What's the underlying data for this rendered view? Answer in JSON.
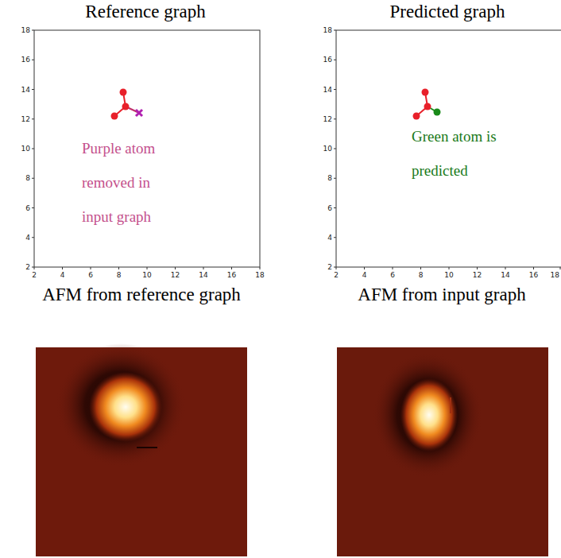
{
  "diagram": {
    "labels": [
      "Reference graph",
      "Predicted graph",
      "18",
      "16",
      "14",
      "12",
      "10",
      "8",
      "6",
      "4",
      "2",
      "2",
      "4",
      "6",
      "8",
      "10",
      "12",
      "14",
      "16",
      "18",
      "18",
      "16",
      "14",
      "12",
      "10",
      "8",
      "6",
      "4",
      "2",
      "2",
      "4",
      "6",
      "8",
      "10",
      "12",
      "14",
      "16",
      "18",
      "Purple atom removed in input graph",
      "Green atom is predicted",
      "AFM from reference graph",
      "AFM from input graph"
    ]
  }
}
